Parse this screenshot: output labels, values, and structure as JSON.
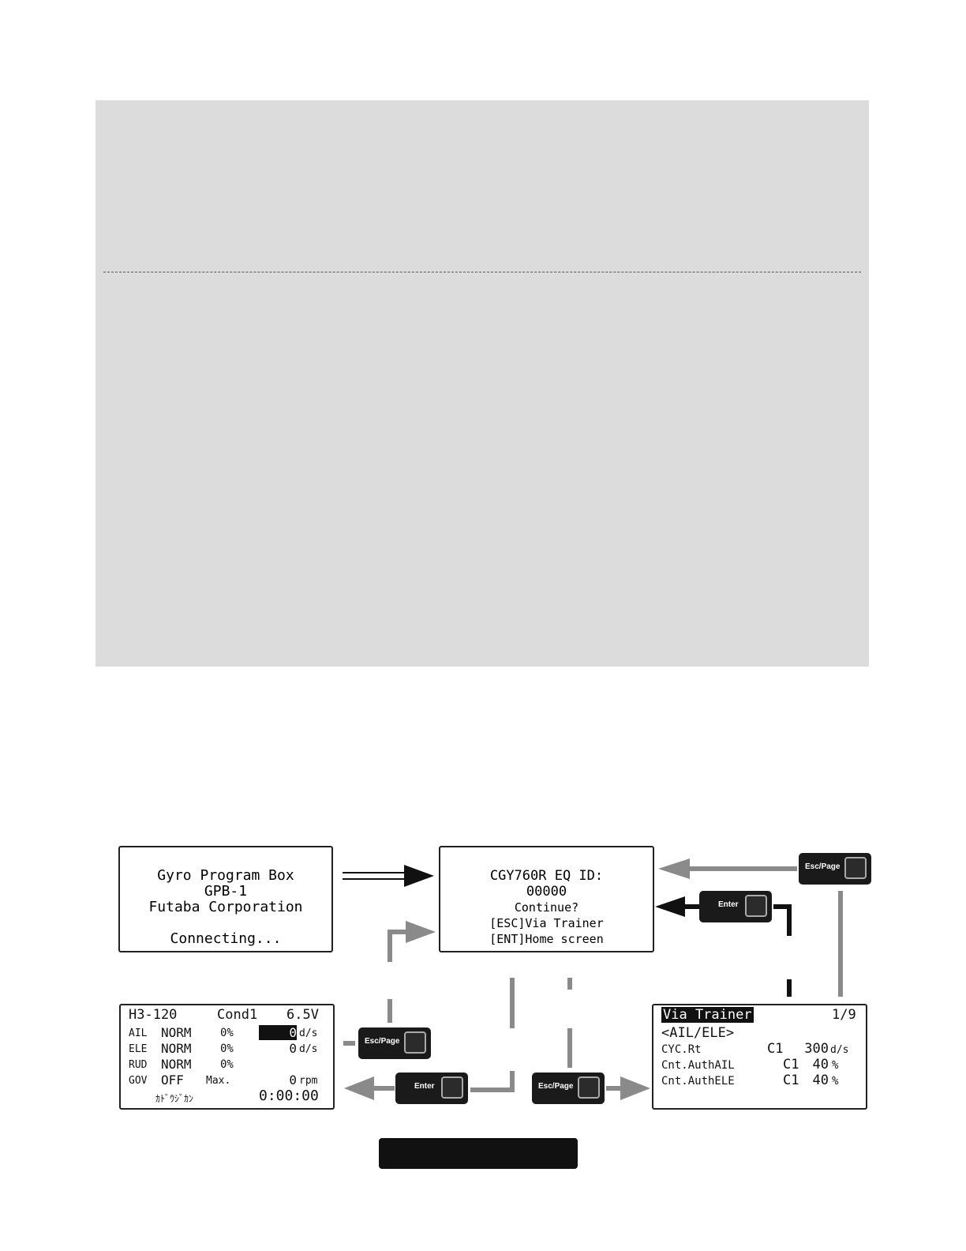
{
  "screens": {
    "start": {
      "lines": [
        "Gyro Program Box",
        "GPB-1",
        "Futaba Corporation",
        "",
        "Connecting..."
      ]
    },
    "confirm": {
      "lines": [
        "CGY760R EQ ID:",
        "00000",
        "Continue?",
        "[ESC]Via Trainer",
        "[ENT]Home screen"
      ]
    },
    "home": {
      "header": {
        "model": "H3-120",
        "cond": "Cond1",
        "volt": "6.5V"
      },
      "rows": [
        {
          "ch": "AIL",
          "mode": "NORM",
          "pct": "0%",
          "val": "0",
          "unit": "d/s"
        },
        {
          "ch": "ELE",
          "mode": "NORM",
          "pct": "0%",
          "val": "0",
          "unit": "d/s"
        },
        {
          "ch": "RUD",
          "mode": "NORM",
          "pct": "0%",
          "val": "",
          "unit": ""
        },
        {
          "ch": "GOV",
          "mode": "OFF",
          "pct": "Max.",
          "val": "0",
          "unit": "rpm"
        }
      ],
      "timer_label": "ｶﾄﾞｳｼﾞｶﾝ",
      "timer_value": "0:00:00"
    },
    "trainer": {
      "title": "Via Trainer",
      "page": "1/9",
      "subtitle": "<AIL/ELE>",
      "rows": [
        {
          "label": "CYC.Rt",
          "cond": "C1",
          "val": "300",
          "unit": "d/s"
        },
        {
          "label": "Cnt.AuthAIL",
          "cond": "C1",
          "val": "40",
          "unit": "%"
        },
        {
          "label": "Cnt.AuthELE",
          "cond": "C1",
          "val": "40",
          "unit": "%"
        }
      ]
    }
  },
  "buttons": {
    "esc_label": "Esc/Page",
    "enter_label": "Enter"
  },
  "colors": {
    "panel": "#dcdcdc",
    "arrow_gray": "#8a8a8a",
    "arrow_black": "#111111"
  }
}
